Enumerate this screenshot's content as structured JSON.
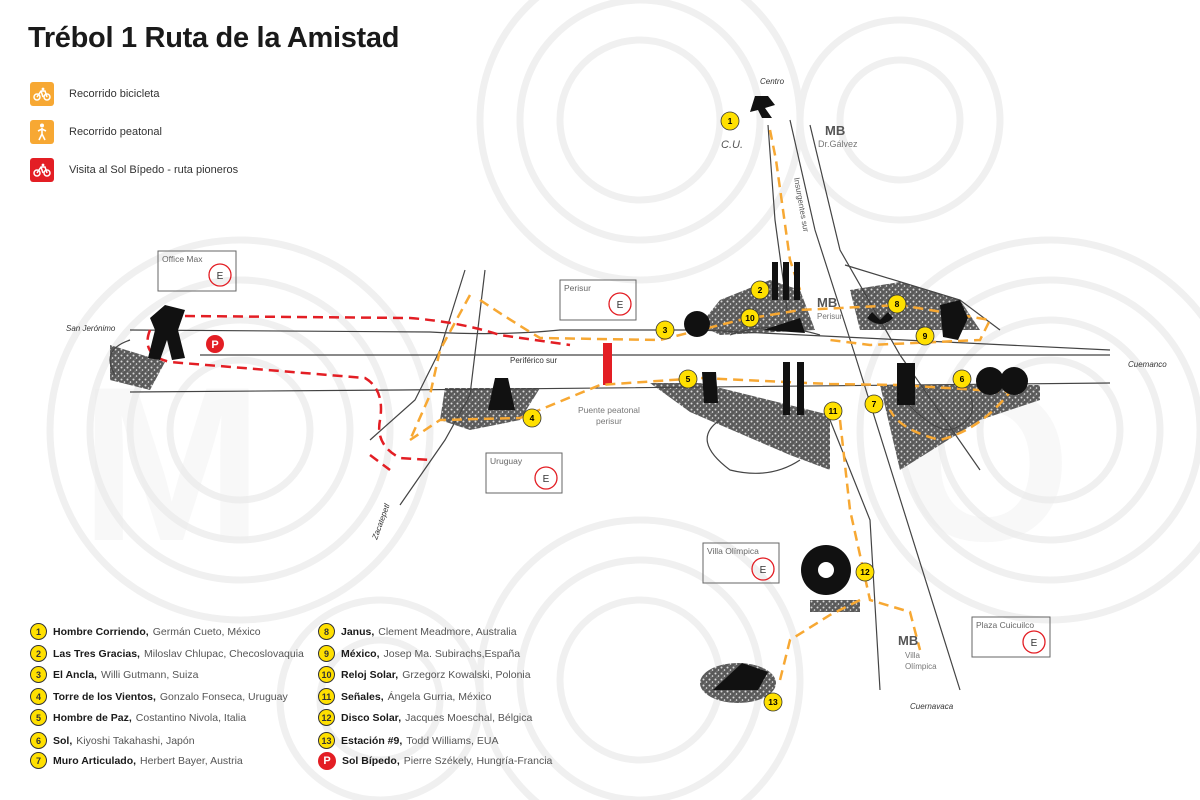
{
  "title": "Trébol 1 Ruta de la Amistad",
  "legend": [
    {
      "label": "Recorrido bicicleta",
      "color": "#f7a833",
      "icon": "bicycle-icon"
    },
    {
      "label": "Recorrido peatonal",
      "color": "#f7a833",
      "icon": "walking-person-icon"
    },
    {
      "label": "Visita al Sol Bípedo - ruta pioneros",
      "color": "#e31e24",
      "icon": "bicycle-icon"
    }
  ],
  "map_labels": {
    "centro": "Centro",
    "cu": "C.U.",
    "dr_galvez": "Dr.Gálvez",
    "insurgentes": "Insurgentes sur",
    "perisur_metrobus": "Perisur",
    "periferico": "Periférico sur",
    "cuemanco": "Cuemanco",
    "san_jeronimo": "San Jerónimo",
    "zacatepetl": "Zacatepetl",
    "puente_1": "Puente peatonal",
    "puente_2": "perisur",
    "villa_olimpica_mb_1": "Villa",
    "villa_olimpica_mb_2": "Olímpica",
    "cuernavaca": "Cuernavaca",
    "metrobus_logo": "MB"
  },
  "stations": [
    {
      "name": "Office Max",
      "marker": "E"
    },
    {
      "name": "Perisur",
      "marker": "E"
    },
    {
      "name": "Uruguay",
      "marker": "E"
    },
    {
      "name": "Villa Olímpica",
      "marker": "E"
    },
    {
      "name": "Plaza Cuicuilco",
      "marker": "E"
    }
  ],
  "parking_marker": "P",
  "route_colors": {
    "bike_walk": "#f7a833",
    "pioneer": "#e31e24",
    "badge": "#ffe000"
  },
  "sculptures": [
    {
      "num": "1",
      "name": "Hombre Corriendo,",
      "author": "Germán Cueto, México"
    },
    {
      "num": "2",
      "name": "Las Tres Gracias,",
      "author": "Miloslav Chlupac, Checoslovaquia"
    },
    {
      "num": "3",
      "name": "El Ancla,",
      "author": "Willi Gutmann, Suiza"
    },
    {
      "num": "4",
      "name": "Torre de los Vientos,",
      "author": "Gonzalo Fonseca, Uruguay"
    },
    {
      "num": "5",
      "name": "Hombre de Paz,",
      "author": "Costantino Nivola, Italia"
    },
    {
      "num": "6",
      "name": "Sol,",
      "author": "Kiyoshi Takahashi, Japón"
    },
    {
      "num": "7",
      "name": "Muro Articulado,",
      "author": "Herbert Bayer, Austria"
    },
    {
      "num": "8",
      "name": "Janus,",
      "author": "Clement Meadmore, Australia"
    },
    {
      "num": "9",
      "name": "México,",
      "author": "Josep Ma. Subirachs,España"
    },
    {
      "num": "10",
      "name": "Reloj Solar,",
      "author": "Grzegorz Kowalski, Polonia"
    },
    {
      "num": "11",
      "name": "Señales,",
      "author": "Ángela Gurria, México"
    },
    {
      "num": "12",
      "name": "Disco Solar,",
      "author": "Jacques Moeschal, Bélgica"
    },
    {
      "num": "13",
      "name": "Estación #9,",
      "author": "Todd Williams, EUA"
    },
    {
      "num": "P",
      "name": "Sol Bípedo,",
      "author": "Pierre Székely, Hungría-Francia"
    }
  ]
}
